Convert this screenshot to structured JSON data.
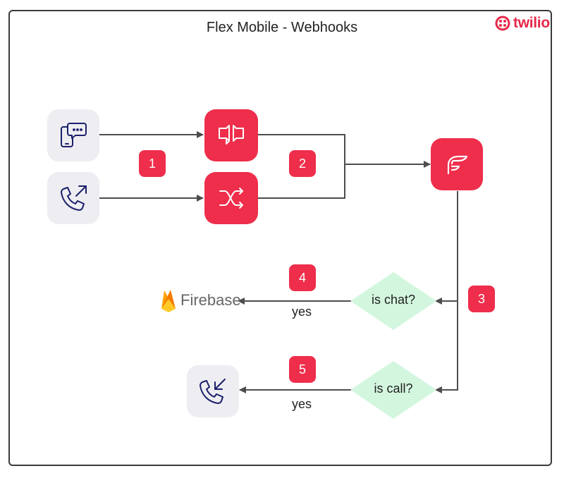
{
  "title": "Flex Mobile - Webhooks",
  "brand": {
    "name": "twilio",
    "color": "#e6284a"
  },
  "colors": {
    "accent": "#ee2e4b",
    "grey_tile": "#eeeef2",
    "decision": "#d3f6df",
    "line": "#4d4d4d",
    "icon_navy": "#1b1f6b"
  },
  "nodes": {
    "chat_source": {
      "icon": "mobile-chat-icon"
    },
    "voice_source": {
      "icon": "outgoing-call-icon"
    },
    "conversations": {
      "icon": "conversations-icon"
    },
    "studio": {
      "icon": "shuffle-icon"
    },
    "flex": {
      "icon": "flex-logo-icon"
    },
    "firebase": {
      "label": "Firebase",
      "icon": "firebase-flame-icon"
    },
    "incoming_call": {
      "icon": "incoming-call-icon"
    }
  },
  "decisions": {
    "chat": "is chat?",
    "call": "is call?"
  },
  "steps": [
    "1",
    "2",
    "3",
    "4",
    "5"
  ],
  "edges": {
    "yes_chat": "yes",
    "yes_call": "yes"
  }
}
